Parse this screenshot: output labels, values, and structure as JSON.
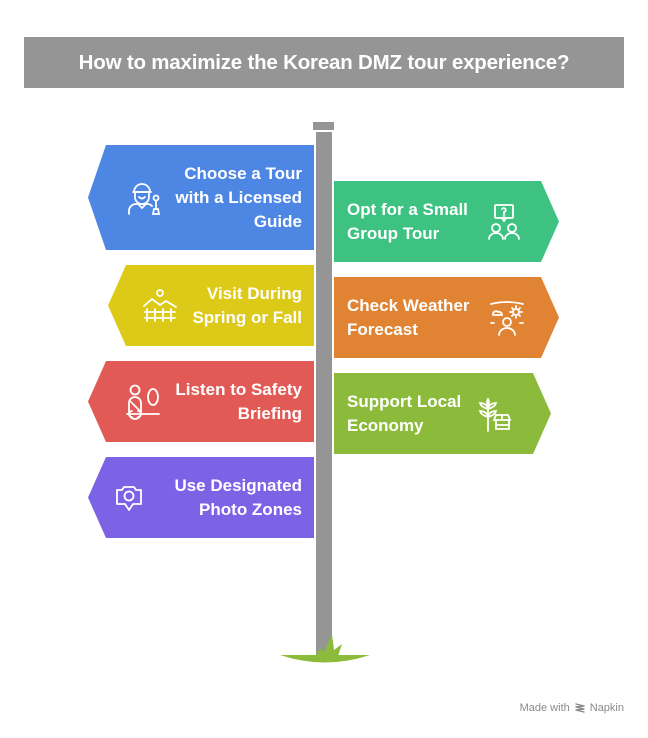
{
  "title": "How to maximize the Korean DMZ tour experience?",
  "signs": [
    {
      "id": "licensed-guide",
      "side": "left",
      "label_lines": [
        "Choose a Tour",
        "with a Licensed",
        "Guide"
      ],
      "icon": "tour-guide-icon",
      "color": "#4D86E3"
    },
    {
      "id": "small-group",
      "side": "right",
      "label_lines": [
        "Opt for a Small",
        "Group Tour"
      ],
      "icon": "group-question-icon",
      "color": "#3DC282"
    },
    {
      "id": "spring-fall",
      "side": "left",
      "label_lines": [
        "Visit During",
        "Spring or Fall"
      ],
      "icon": "landscape-fence-icon",
      "color": "#DDC917"
    },
    {
      "id": "weather",
      "side": "right",
      "label_lines": [
        "Check Weather",
        "Forecast"
      ],
      "icon": "weather-person-icon",
      "color": "#E08434"
    },
    {
      "id": "safety",
      "side": "left",
      "label_lines": [
        "Listen to Safety",
        "Briefing"
      ],
      "icon": "safety-seatbelt-icon",
      "color": "#E25A55"
    },
    {
      "id": "local-economy",
      "side": "right",
      "label_lines": [
        "Support Local",
        "Economy"
      ],
      "icon": "wheat-shop-icon",
      "color": "#8CBB3B"
    },
    {
      "id": "photo-zones",
      "side": "left",
      "label_lines": [
        "Use Designated",
        "Photo Zones"
      ],
      "icon": "camera-pin-icon",
      "color": "#7C63E6"
    }
  ],
  "colors": {
    "pole": "#959595",
    "title_bg": "#959595",
    "grass": "#8CBB3B"
  },
  "watermark": {
    "prefix": "Made with",
    "brand": "Napkin"
  }
}
